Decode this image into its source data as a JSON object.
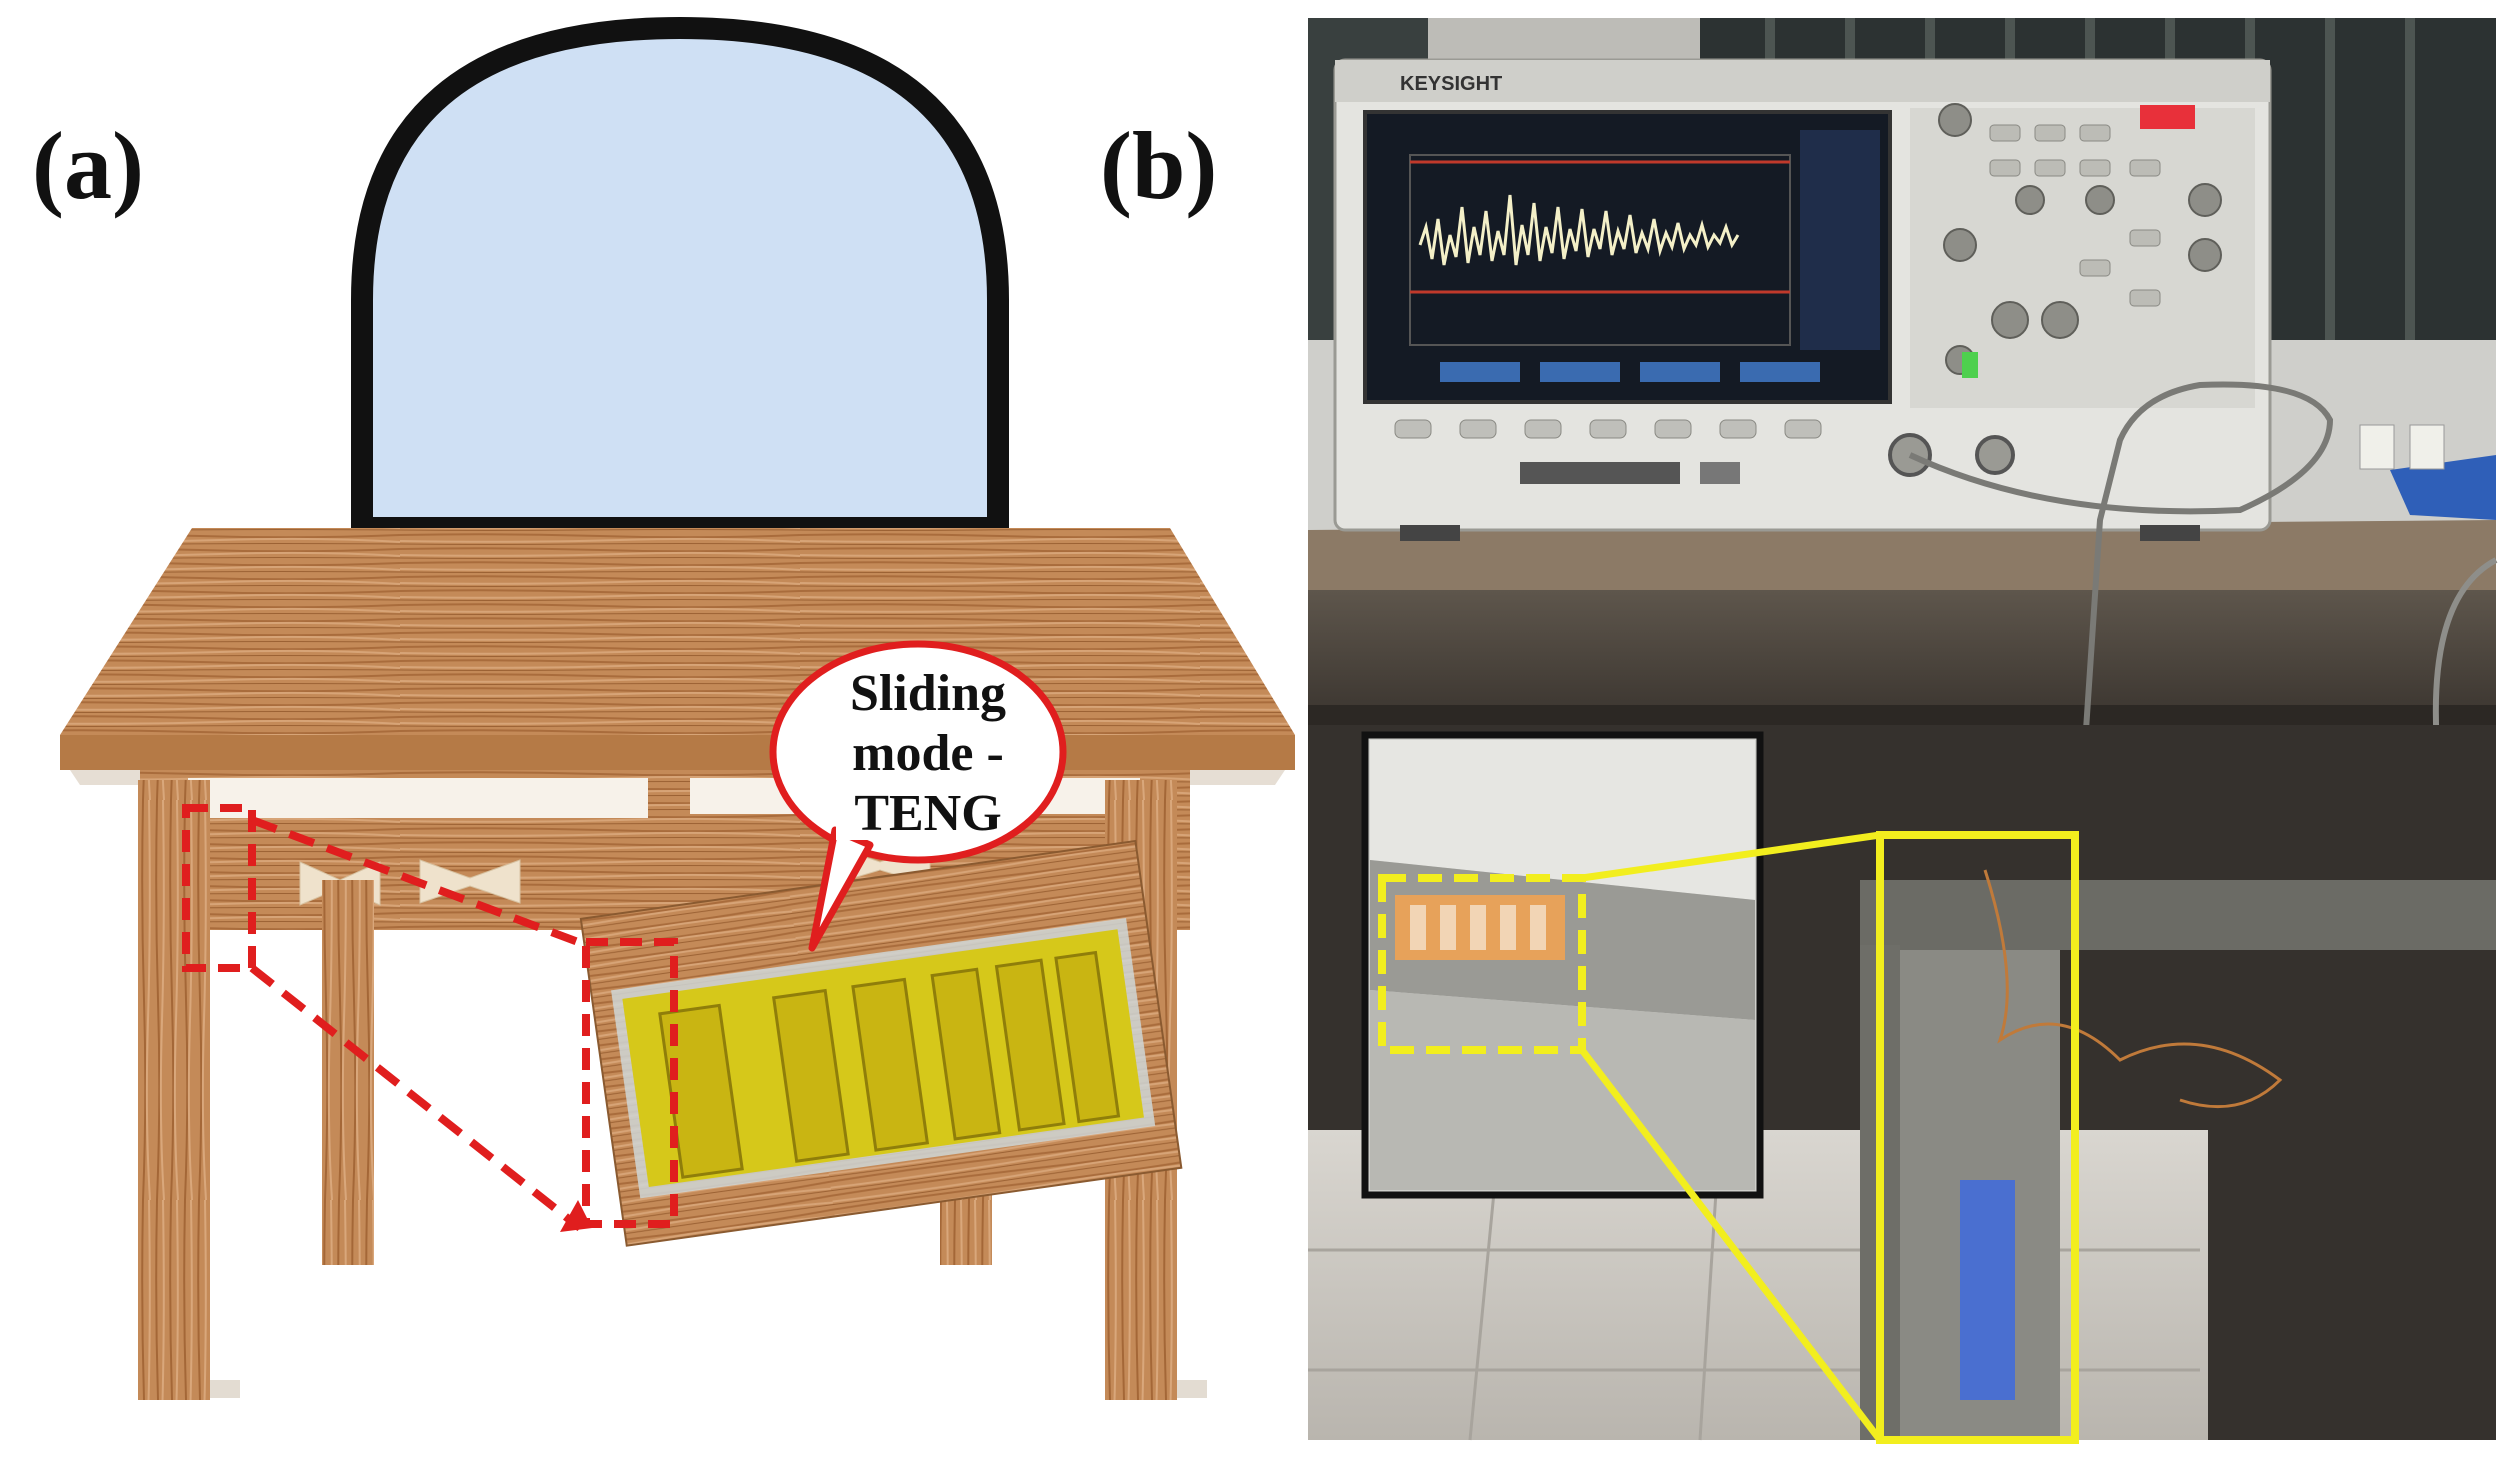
{
  "panels": {
    "a": {
      "label": "(a)"
    },
    "b": {
      "label": "(b)"
    }
  },
  "callout": {
    "line1": "Sliding",
    "line2": "mode -",
    "line3": "TENG"
  },
  "oscilloscope": {
    "brand": "KEYSIGHT",
    "trace_color": "#f4f0c8",
    "display_bg": "#141a24"
  },
  "colors": {
    "mirror_fill": "#cfe0f4",
    "frame": "#111111",
    "wood": "#c08552",
    "highlight_red": "#e01e1e",
    "highlight_yellow": "#f2ee1e",
    "teng_film": "#d6c81a"
  }
}
